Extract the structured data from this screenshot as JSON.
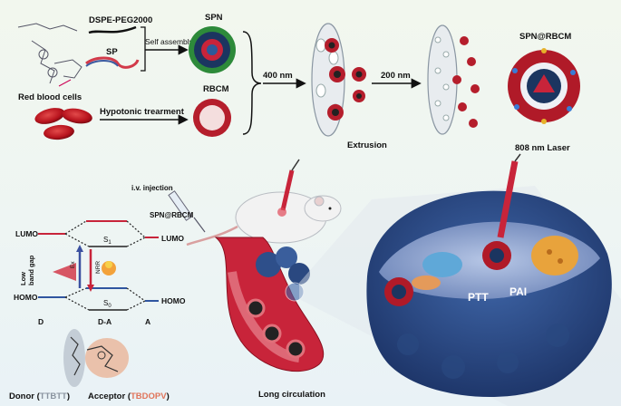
{
  "labels": {
    "dspe_peg": "DSPE-PEG2000",
    "sp": "SP",
    "spn": "SPN",
    "self_assembly": "Self assembly",
    "red_blood_cells": "Red blood cells",
    "hypotonic": "Hypotonic trearment",
    "rbcm": "RBCM",
    "nm400": "400 nm",
    "nm200": "200 nm",
    "extrusion": "Extrusion",
    "spn_rbcm_top": "SPN@RBCM",
    "laser": "808 nm Laser",
    "iv_injection": "i.v. injection",
    "spn_rbcm_mid": "SPN@RBCM",
    "lumo_left": "LUMO",
    "lumo_right": "LUMO",
    "homo_left": "HOMO",
    "homo_right": "HOMO",
    "s1": "S",
    "s1_sub": "1",
    "s0": "S",
    "s0_sub": "0",
    "low_band_gap_1": "Low",
    "low_band_gap_2": "band gap",
    "ex": "Ex",
    "nrr": "NRR",
    "d": "D",
    "da": "D-A",
    "a": "A",
    "donor_pre": "Donor (",
    "donor_name": "TTBTT",
    "donor_post": ")",
    "acceptor_pre": "Acceptor (",
    "acceptor_name": "TBDOPV",
    "acceptor_post": ")",
    "ptt": "PTT",
    "pai": "PAI",
    "long_circulation": "Long circulation"
  },
  "colors": {
    "accent_red": "#c8243a",
    "acceptor_orange": "#e0745a",
    "donor_gray": "#8a94a0",
    "tumor_blue": "#2e4f8a"
  }
}
